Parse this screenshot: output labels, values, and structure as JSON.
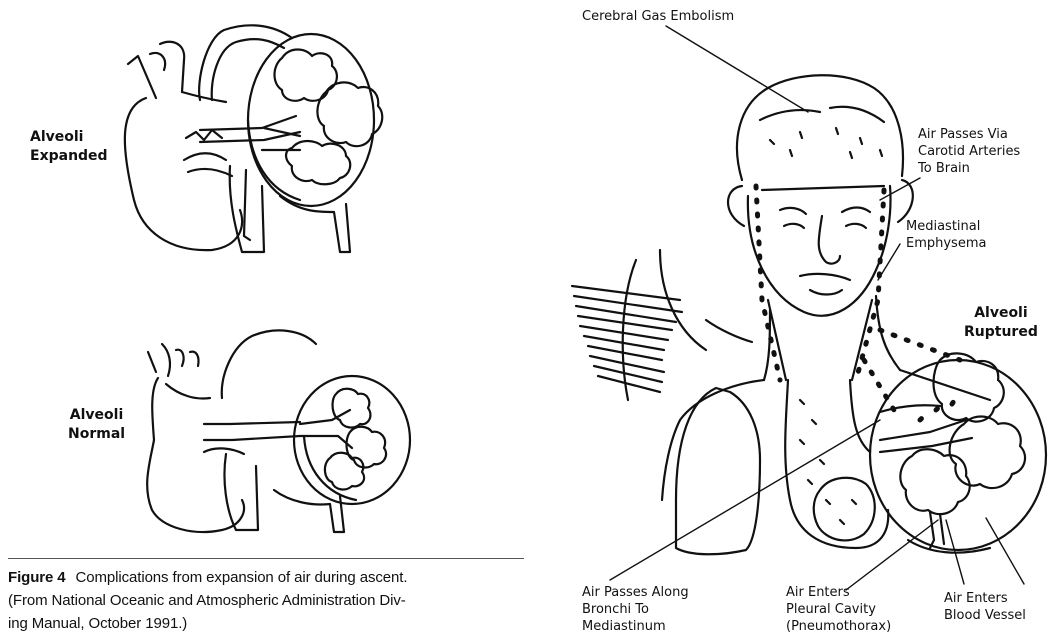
{
  "top_left_label": [
    "Alveoli",
    "Expanded"
  ],
  "bottom_left_label": [
    "Alveoli",
    "Normal"
  ],
  "right_labels": {
    "cerebral": [
      "Cerebral Gas Embolism"
    ],
    "carotid": [
      "Air Passes Via",
      "Carotid Arteries",
      "To Brain"
    ],
    "mediastinal": [
      "Mediastinal",
      "Emphysema"
    ],
    "ruptured": [
      "Alveoli",
      "Ruptured"
    ],
    "bronchi": [
      "Air Passes Along",
      "Bronchi  To",
      "Mediastinum"
    ],
    "pleural": [
      "Air Enters",
      "Pleural Cavity",
      "(Pneumothorax)"
    ],
    "blood": [
      "Air Enters",
      "Blood Vessel"
    ]
  },
  "caption": {
    "figure_number": "Figure 4",
    "line1": "Complications from expansion of air during ascent.",
    "line2": "(From National Oceanic and Atmospheric Administration Div-",
    "line3": "ing Manual, October 1991.)"
  }
}
